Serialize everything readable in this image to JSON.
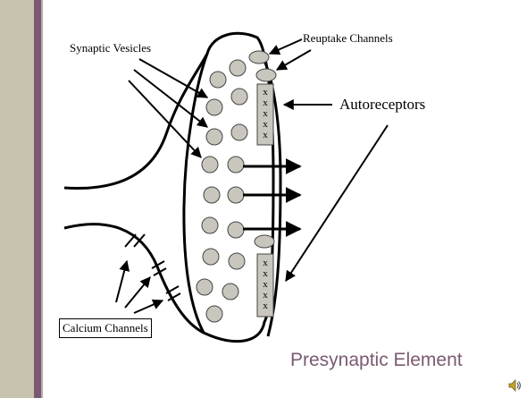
{
  "diagram": {
    "labels": {
      "synaptic_vesicles": "Synaptic Vesicles",
      "reuptake_channels": "Reuptake Channels",
      "autoreceptors": "Autoreceptors",
      "calcium_channels": "Calcium Channels"
    },
    "receptor_marks_upper": [
      "x",
      "x",
      "x",
      "x",
      "x"
    ],
    "receptor_marks_lower": [
      "x",
      "x",
      "x",
      "x",
      "x"
    ]
  },
  "slide": {
    "title": "Presynaptic Element",
    "title_color": "#7a5a72"
  },
  "icons": {
    "audio": "speaker-icon"
  }
}
